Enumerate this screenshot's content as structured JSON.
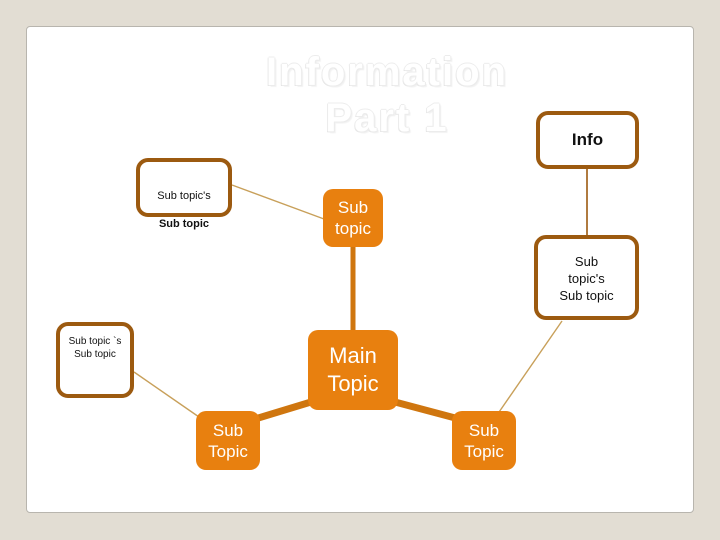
{
  "canvas": {
    "background_color": "#e2ddd3",
    "slide_color": "#ffffff",
    "accent_orange": "#e8800f",
    "accent_brown": "#9c5a10",
    "thin_link_color": "#c8a05a"
  },
  "title": {
    "text": "Information\nPart 1",
    "color": "#ffffff"
  },
  "nodes": {
    "info": {
      "label": "Info",
      "style": "outline"
    },
    "subtopics_left": {
      "line1": "Sub topic's",
      "line2": "Sub topic",
      "style": "outline"
    },
    "subtopic_mid": {
      "label": "Sub\ntopic",
      "style": "filled"
    },
    "subtopics_right": {
      "label": "Sub\ntopic's\nSub topic",
      "style": "outline"
    },
    "subtopics_leftlow": {
      "label": "Sub topic `s\nSub topic",
      "style": "outline"
    },
    "main": {
      "label": "Main\nTopic",
      "style": "filled"
    },
    "sub_bottom_left": {
      "label": "Sub\nTopic",
      "style": "filled"
    },
    "sub_bottom_right": {
      "label": "Sub\nTopic",
      "style": "filled"
    }
  }
}
